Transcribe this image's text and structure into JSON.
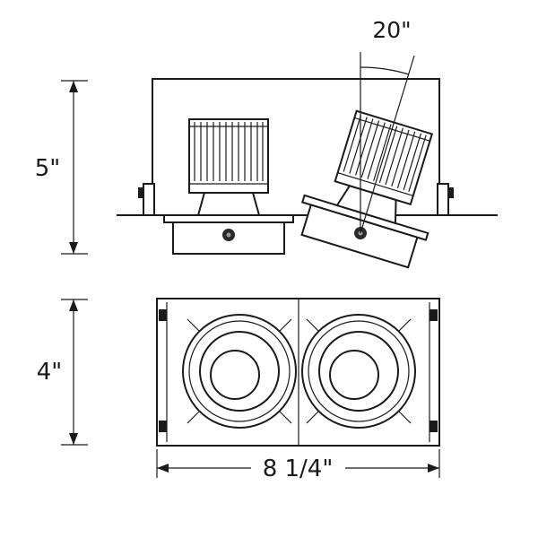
{
  "figure": {
    "kind": "technical line drawing",
    "subject": "two-head recessed multiple light fixture, side elevation and bottom view",
    "line_color": "#1a1a1a",
    "background_color": "#ffffff"
  },
  "dimensions": {
    "side_height": "5\"",
    "tilt_angle": "20\"",
    "bottom_height": "4\"",
    "overall_width": "8 1/4\""
  }
}
